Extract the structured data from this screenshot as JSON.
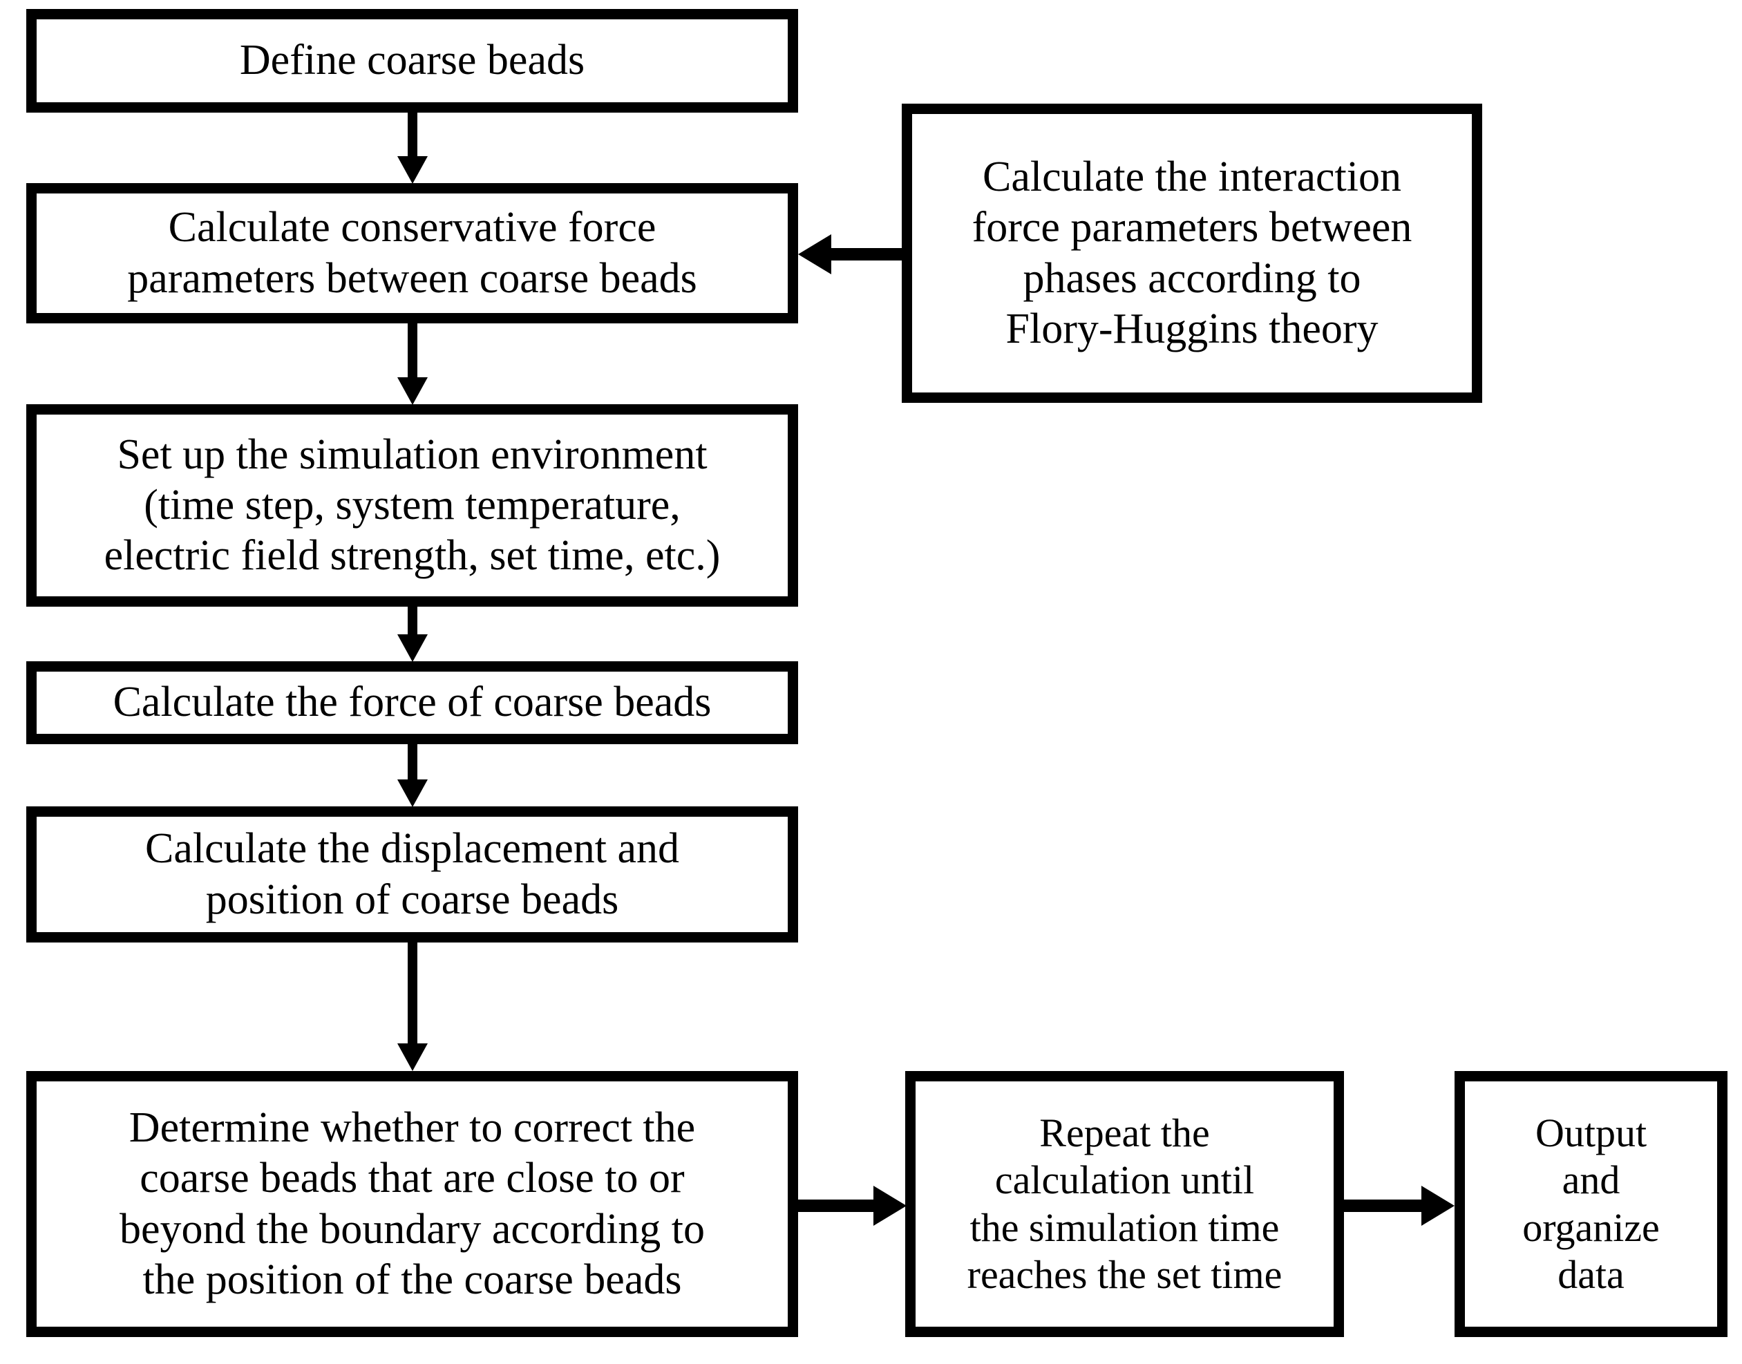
{
  "diagram": {
    "title": "DPD simulation workflow flowchart",
    "background_color": "#ffffff",
    "line_color": "#000000",
    "nodes": [
      {
        "id": "define",
        "label": "Define coarse beads"
      },
      {
        "id": "conservative",
        "label": "Calculate conservative force\nparameters between coarse beads"
      },
      {
        "id": "interaction",
        "label": "Calculate the interaction\nforce parameters between\nphases according to\nFlory-Huggins theory"
      },
      {
        "id": "setup",
        "label": "Set up the simulation environment\n(time step, system temperature,\nelectric field strength, set time, etc.)"
      },
      {
        "id": "force",
        "label": "Calculate the force of coarse beads"
      },
      {
        "id": "displacement",
        "label": "Calculate the displacement and\nposition of coarse beads"
      },
      {
        "id": "determine",
        "label": "Determine whether to correct the\ncoarse beads that are close to or\nbeyond the boundary according to\nthe position of the coarse beads"
      },
      {
        "id": "repeat",
        "label": "Repeat the\ncalculation until\nthe simulation time\nreaches the set time"
      },
      {
        "id": "output",
        "label": "Output\nand\norganize\ndata"
      }
    ],
    "edges": [
      {
        "from": "define",
        "to": "conservative",
        "direction": "down"
      },
      {
        "from": "interaction",
        "to": "conservative",
        "direction": "left"
      },
      {
        "from": "conservative",
        "to": "setup",
        "direction": "down"
      },
      {
        "from": "setup",
        "to": "force",
        "direction": "down"
      },
      {
        "from": "force",
        "to": "displacement",
        "direction": "down"
      },
      {
        "from": "displacement",
        "to": "determine",
        "direction": "down"
      },
      {
        "from": "determine",
        "to": "repeat",
        "direction": "right"
      },
      {
        "from": "repeat",
        "to": "output",
        "direction": "right"
      }
    ]
  }
}
